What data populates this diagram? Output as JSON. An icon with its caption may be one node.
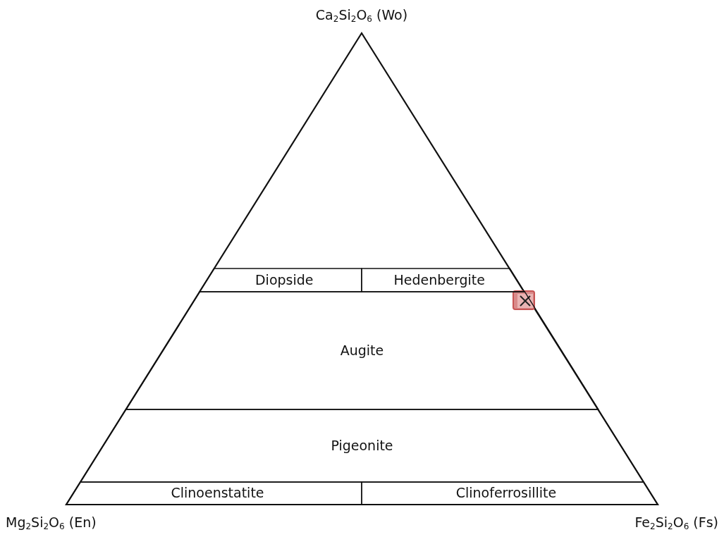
{
  "diagram": {
    "nodes": [
      {
        "text": [
          "Diopside"
        ]
      },
      {
        "text": [
          "Hedenbergite"
        ]
      },
      {
        "text": [
          "Augite"
        ]
      },
      {
        "text": [
          "Pigeonite"
        ]
      },
      {
        "text": [
          "Clinoenstatite"
        ]
      },
      {
        "text": [
          "Clinoferrosillite"
        ]
      }
    ],
    "labels": [
      "Ca$_{2}$Si$_{2}$O$_{6}$ (Wo)",
      "Mg$_{2}$Si$_{2}$O$_{6}$ (En)",
      "Fe$_{2}$Si$_{2}$O$_{6}$ (Fs)"
    ]
  }
}
